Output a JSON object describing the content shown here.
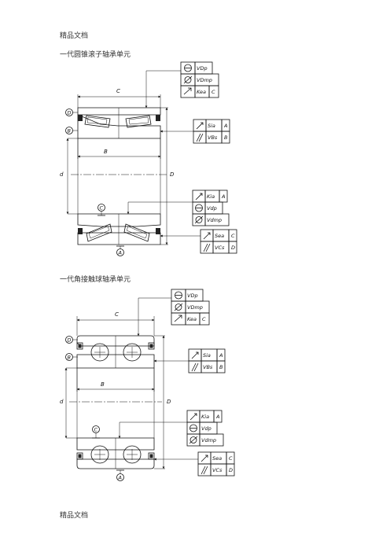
{
  "header": "精品文档",
  "footer": "精品文档",
  "sections": [
    {
      "title": "一代圆锥滚子轴承单元",
      "tol_top": [
        {
          "sym": "⊖",
          "text": "VDp"
        },
        {
          "sym": "⌀",
          "text": "VDmp"
        },
        {
          "sym": "↗",
          "text": "Kea",
          "ref": "C"
        }
      ],
      "tol_mid": [
        {
          "sym": "↗",
          "text": "Sia",
          "ref": "A"
        },
        {
          "sym": "//",
          "text": "VBs",
          "ref": "B"
        }
      ],
      "tol_low": [
        {
          "sym": "↗",
          "text": "Kia",
          "ref": "A"
        },
        {
          "sym": "⊖",
          "text": "Vdp"
        },
        {
          "sym": "⌀",
          "text": "Vdmp"
        }
      ],
      "tol_bot": [
        {
          "sym": "↗",
          "text": "Sea",
          "ref": "C"
        },
        {
          "sym": "//",
          "text": "VCs",
          "ref": "D"
        }
      ],
      "dims": {
        "C": "C",
        "B": "B",
        "d": "d",
        "D": "D"
      },
      "datums": {
        "top": "D",
        "mid": "B",
        "inner": "C",
        "bottom": "A"
      }
    },
    {
      "title": "一代角接触球轴承单元",
      "tol_top": [
        {
          "sym": "⊖",
          "text": "VDp"
        },
        {
          "sym": "⌀",
          "text": "VDmp"
        },
        {
          "sym": "↗",
          "text": "Kea",
          "ref": "C"
        }
      ],
      "tol_mid": [
        {
          "sym": "↗",
          "text": "Sia",
          "ref": "A"
        },
        {
          "sym": "//",
          "text": "VBs",
          "ref": "B"
        }
      ],
      "tol_low": [
        {
          "sym": "↗",
          "text": "Kia",
          "ref": "A"
        },
        {
          "sym": "⊖",
          "text": "Vdp"
        },
        {
          "sym": "⌀",
          "text": "Vdmp"
        }
      ],
      "tol_bot": [
        {
          "sym": "↗",
          "text": "Sea",
          "ref": "C"
        },
        {
          "sym": "//",
          "text": "VCs",
          "ref": "D"
        }
      ],
      "dims": {
        "C": "C",
        "B": "B",
        "d": "d",
        "D": "D"
      },
      "datums": {
        "top": "D",
        "mid": "B",
        "inner": "C",
        "bottom": "A"
      }
    }
  ]
}
